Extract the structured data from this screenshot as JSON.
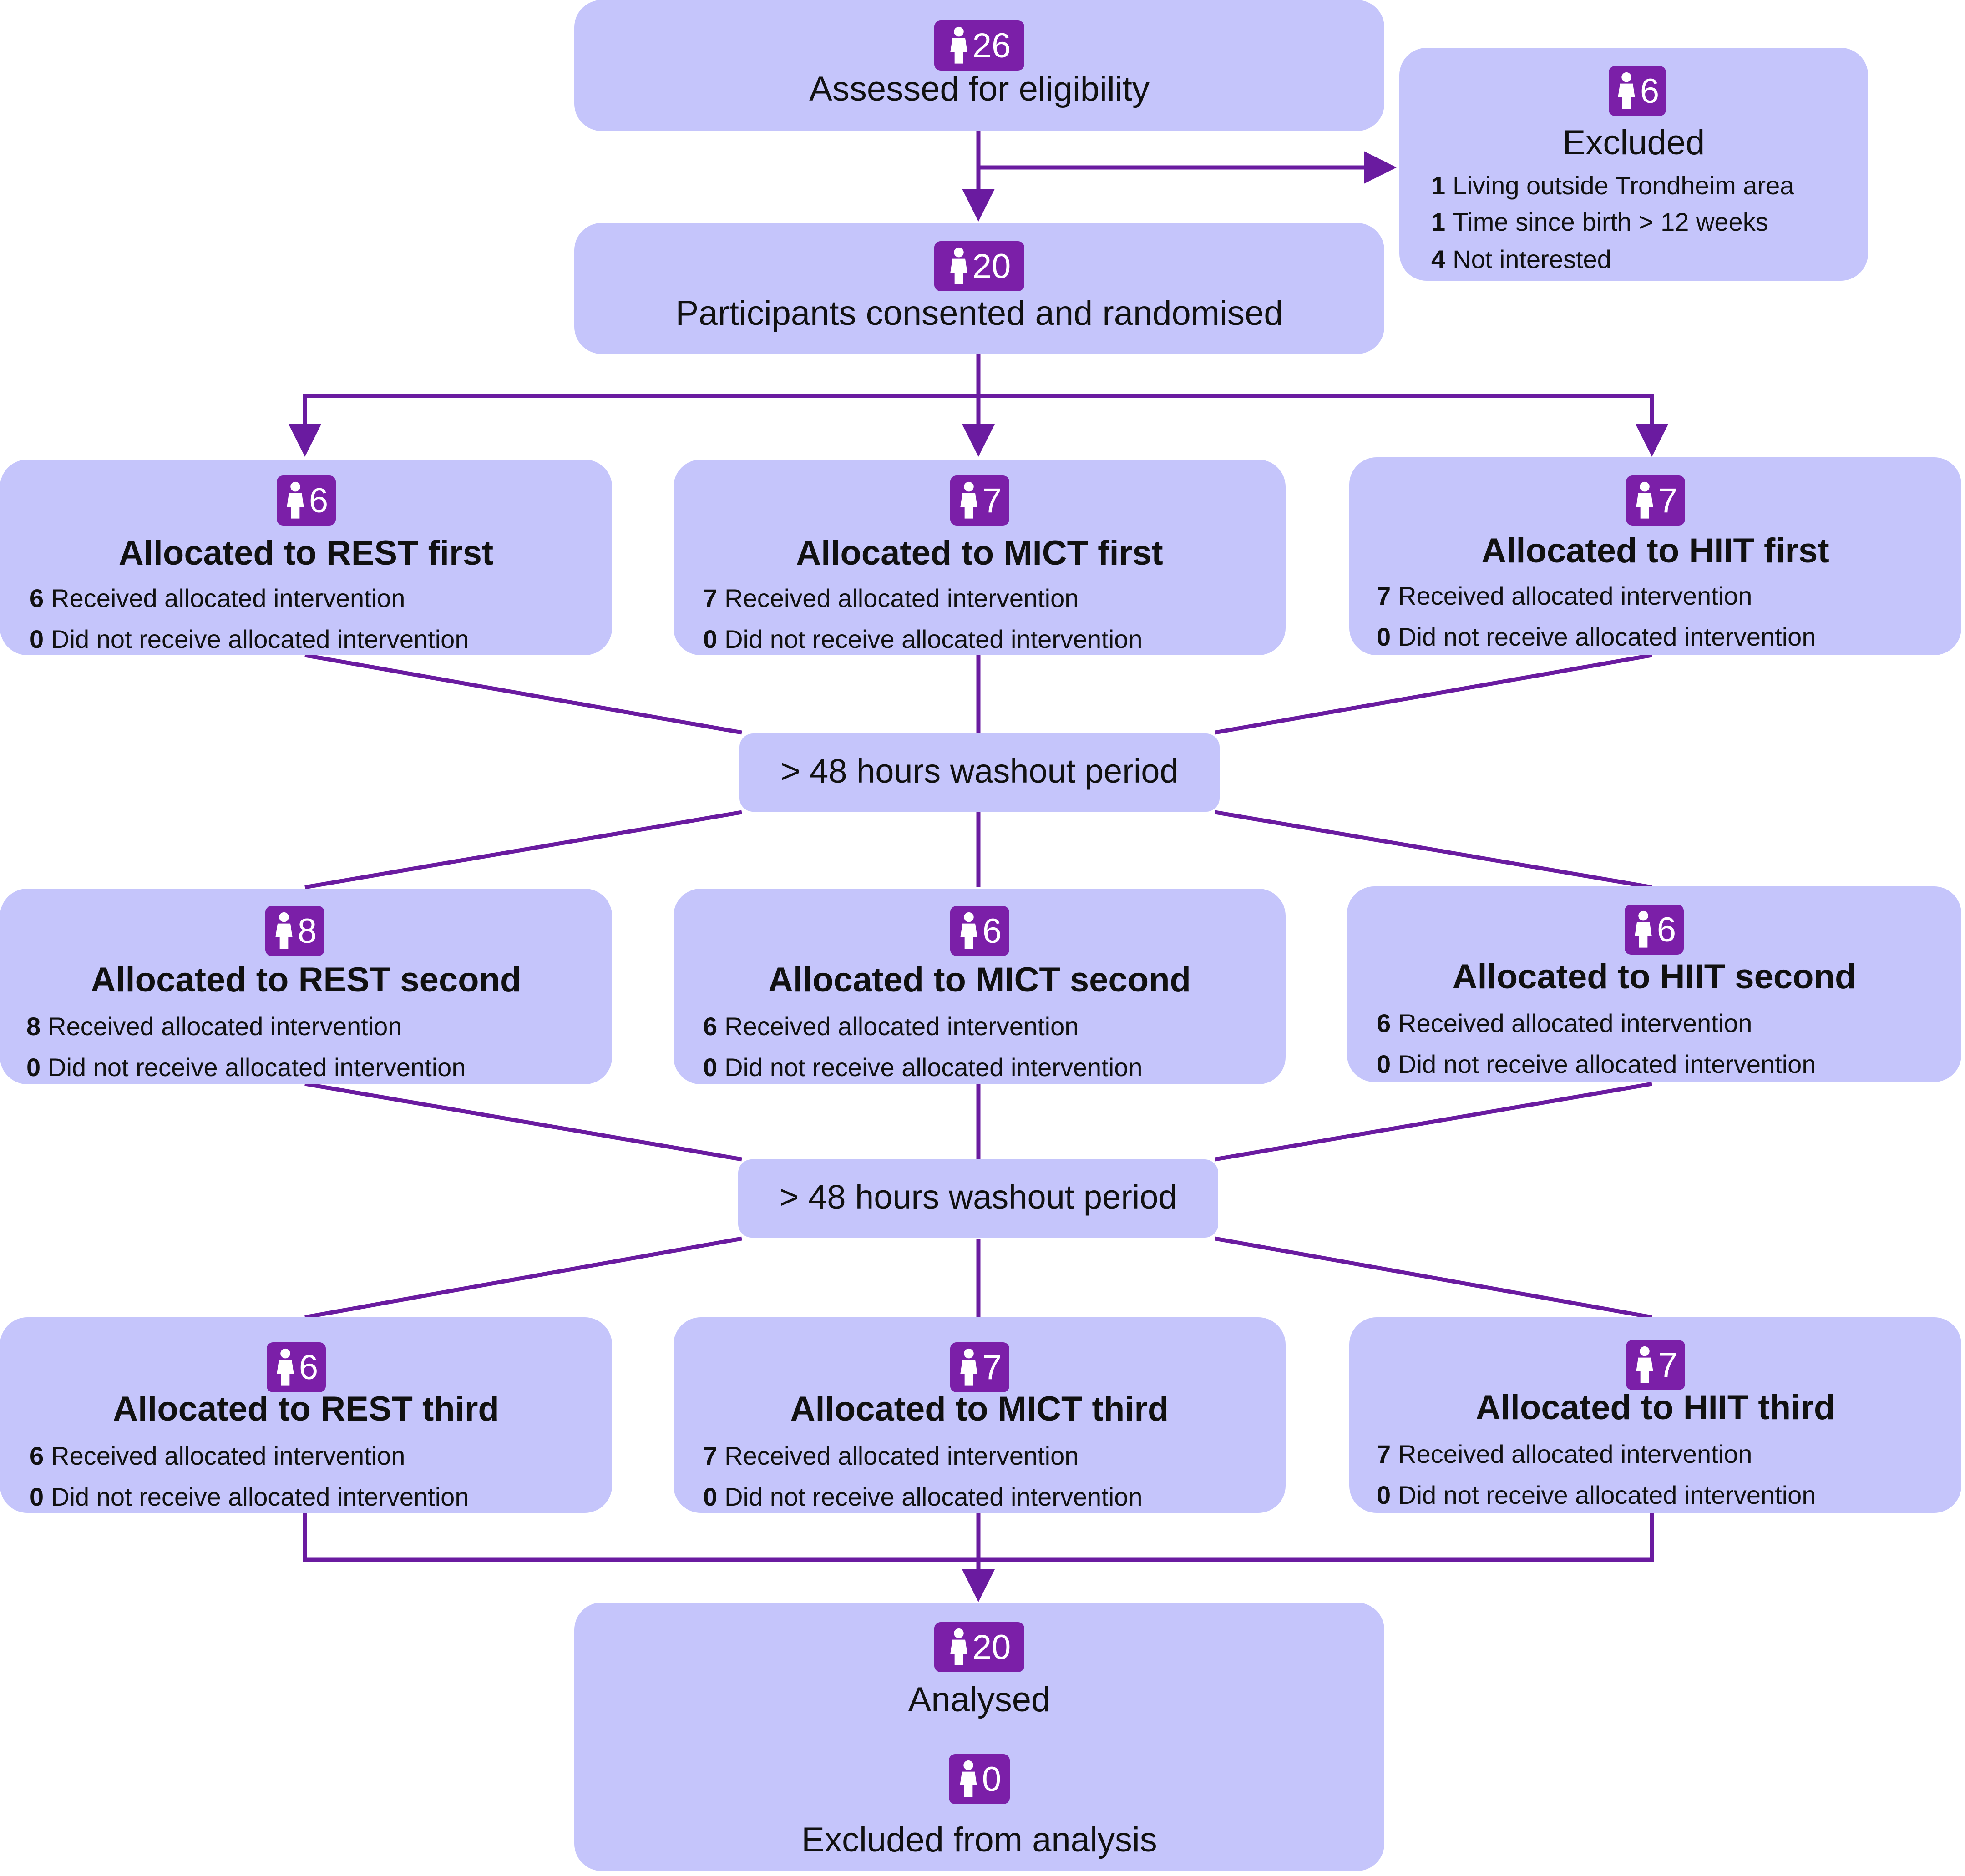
{
  "colors": {
    "box_fill": "#c5c5fb",
    "badge_fill": "#7b1fa8",
    "connector": "#6a1ba0",
    "text": "#111111"
  },
  "person_icon": "person-icon",
  "assessed": {
    "count": "26",
    "label": "Assessed  for eligibility"
  },
  "excluded": {
    "count": "6",
    "label": "Excluded",
    "reasons": [
      {
        "n": "1",
        "text": "Living outside Trondheim area"
      },
      {
        "n": "1",
        "text": "Time since birth > 12 weeks"
      },
      {
        "n": "4",
        "text": "Not interested"
      }
    ]
  },
  "randomised": {
    "count": "20",
    "label": "Participants consented  and randomised"
  },
  "stages": [
    {
      "arms": [
        {
          "count": "6",
          "title": "Allocated to REST first",
          "received_n": "6",
          "received_text": "Received allocated intervention",
          "not_n": "0",
          "not_text": "Did not receive allocated intervention"
        },
        {
          "count": "7",
          "title": "Allocated to MICT first",
          "received_n": "7",
          "received_text": "Received allocated intervention",
          "not_n": "0",
          "not_text": "Did not receive allocated intervention"
        },
        {
          "count": "7",
          "title": "Allocated to HIIT first",
          "received_n": "7",
          "received_text": "Received allocated intervention",
          "not_n": "0",
          "not_text": "Did not receive allocated intervention"
        }
      ]
    },
    {
      "arms": [
        {
          "count": "8",
          "title": "Allocated to REST second",
          "received_n": "8",
          "received_text": "Received allocated intervention",
          "not_n": "0",
          "not_text": "Did not receive allocated intervention"
        },
        {
          "count": "6",
          "title": "Allocated to MICT second",
          "received_n": "6",
          "received_text": "Received allocated intervention",
          "not_n": "0",
          "not_text": "Did not receive allocated intervention"
        },
        {
          "count": "6",
          "title": "Allocated to HIIT second",
          "received_n": "6",
          "received_text": "Received allocated intervention",
          "not_n": "0",
          "not_text": "Did not receive allocated intervention"
        }
      ]
    },
    {
      "arms": [
        {
          "count": "6",
          "title": "Allocated to REST third",
          "received_n": "6",
          "received_text": "Received allocated intervention",
          "not_n": "0",
          "not_text": "Did not receive allocated intervention"
        },
        {
          "count": "7",
          "title": "Allocated to MICT third",
          "received_n": "7",
          "received_text": "Received allocated intervention",
          "not_n": "0",
          "not_text": "Did not receive allocated intervention"
        },
        {
          "count": "7",
          "title": "Allocated to HIIT third",
          "received_n": "7",
          "received_text": "Received allocated intervention",
          "not_n": "0",
          "not_text": "Did not receive allocated intervention"
        }
      ]
    }
  ],
  "washouts": [
    "> 48 hours washout period",
    "> 48 hours washout period"
  ],
  "analysed": {
    "count": "20",
    "label": "Analysed",
    "excluded_count": "0",
    "excluded_label": "Excluded from analysis"
  }
}
